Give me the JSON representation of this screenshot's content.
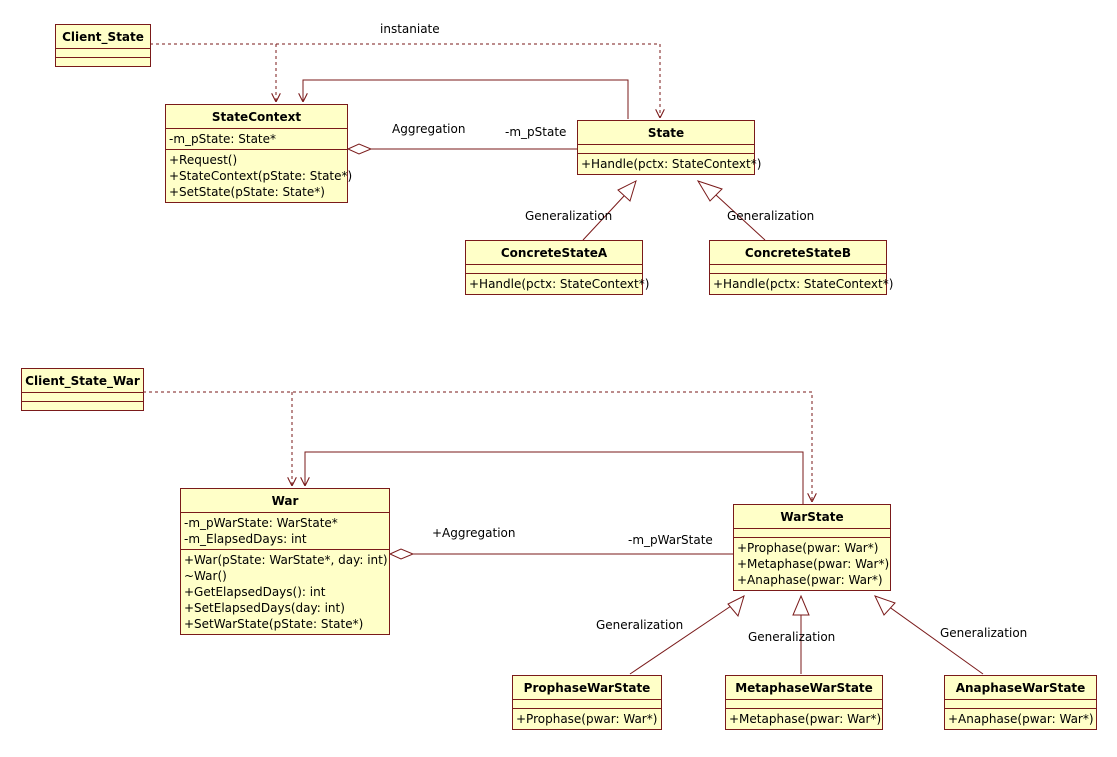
{
  "classes": {
    "client_state": {
      "name": "Client_State"
    },
    "state_context": {
      "name": "StateContext",
      "attributes": [
        "-m_pState: State*"
      ],
      "operations": [
        "+Request()",
        "+StateContext(pState: State*)",
        "+SetState(pState: State*)"
      ]
    },
    "state": {
      "name": "State",
      "operations": [
        "+Handle(pctx: StateContext*)"
      ]
    },
    "concrete_state_a": {
      "name": "ConcreteStateA",
      "operations": [
        "+Handle(pctx: StateContext*)"
      ]
    },
    "concrete_state_b": {
      "name": "ConcreteStateB",
      "operations": [
        "+Handle(pctx: StateContext*)"
      ]
    },
    "client_state_war": {
      "name": "Client_State_War"
    },
    "war": {
      "name": "War",
      "attributes": [
        "-m_pWarState: WarState*",
        "-m_ElapsedDays: int"
      ],
      "operations": [
        "+War(pState: WarState*, day: int)",
        "~War()",
        "+GetElapsedDays(): int",
        "+SetElapsedDays(day: int)",
        "+SetWarState(pState: State*)"
      ]
    },
    "war_state": {
      "name": "WarState",
      "operations": [
        "+Prophase(pwar: War*)",
        "+Metaphase(pwar: War*)",
        "+Anaphase(pwar: War*)"
      ]
    },
    "prophase_war_state": {
      "name": "ProphaseWarState",
      "operations": [
        "+Prophase(pwar: War*)"
      ]
    },
    "metaphase_war_state": {
      "name": "MetaphaseWarState",
      "operations": [
        "+Metaphase(pwar: War*)"
      ]
    },
    "anaphase_war_state": {
      "name": "AnaphaseWarState",
      "operations": [
        "+Anaphase(pwar: War*)"
      ]
    }
  },
  "labels": {
    "instantiate": "instaniate",
    "aggregation_top": "Aggregation",
    "role_top": "-m_pState",
    "generalization_a": "Generalization",
    "generalization_b": "Generalization",
    "aggregation_bottom": "+Aggregation",
    "role_bottom": "-m_pWarState",
    "generalization_prophase": "Generalization",
    "generalization_metaphase": "Generalization",
    "generalization_anaphase": "Generalization"
  },
  "colors": {
    "class_fill": "#ffffc8",
    "border": "#7a1a1a",
    "background": "#ffffff"
  }
}
